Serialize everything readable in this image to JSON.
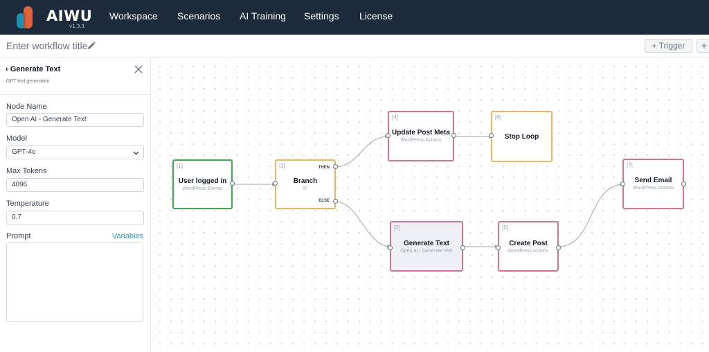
{
  "app": {
    "name": "AIWU",
    "version": "v1.3.3"
  },
  "nav": [
    {
      "label": "Workspace"
    },
    {
      "label": "Scenarios"
    },
    {
      "label": "AI Training"
    },
    {
      "label": "Settings"
    },
    {
      "label": "License"
    }
  ],
  "workflow": {
    "title_placeholder": "Enter workflow title"
  },
  "toolbar": {
    "trigger_label": "+ Trigger",
    "extra_label": "+"
  },
  "sidebar": {
    "back_label": "Generate Text",
    "subtitle": "GPT text generation",
    "fields": {
      "node_name": {
        "label": "Node Name",
        "value": "Open AI - Generate Text"
      },
      "model": {
        "label": "Model",
        "value": "GPT-4o"
      },
      "max_tokens": {
        "label": "Max Tokens",
        "value": "4096"
      },
      "temperature": {
        "label": "Temperature",
        "value": "0.7"
      },
      "prompt": {
        "label": "Prompt",
        "value": ""
      }
    },
    "variables_label": "Variables"
  },
  "nodes": {
    "n1": {
      "id": "[1]",
      "title": "User logged in",
      "subtitle": "WordPress Events"
    },
    "n3": {
      "id": "[3]",
      "title": "Branch",
      "subtitle": "IF",
      "then": "THEN",
      "else": "ELSE"
    },
    "n4": {
      "id": "[4]",
      "title": "Update Post Meta",
      "subtitle": "WordPress Actions"
    },
    "n6": {
      "id": "[6]",
      "title": "Stop Loop"
    },
    "n7": {
      "id": "[7]",
      "title": "Send Email",
      "subtitle": "WordPress Actions"
    },
    "n2": {
      "id": "[2]",
      "title": "Generate Text",
      "subtitle": "Open AI - Generate Text"
    },
    "n5": {
      "id": "[5]",
      "title": "Create Post",
      "subtitle": "WordPress Actions"
    }
  },
  "colors": {
    "header_bg": "#1e2b3c",
    "trigger_node": "#3aaa4a",
    "logic_node": "#f0b45c",
    "action_node": "#dc6f8a",
    "link": "#2a9db5"
  }
}
